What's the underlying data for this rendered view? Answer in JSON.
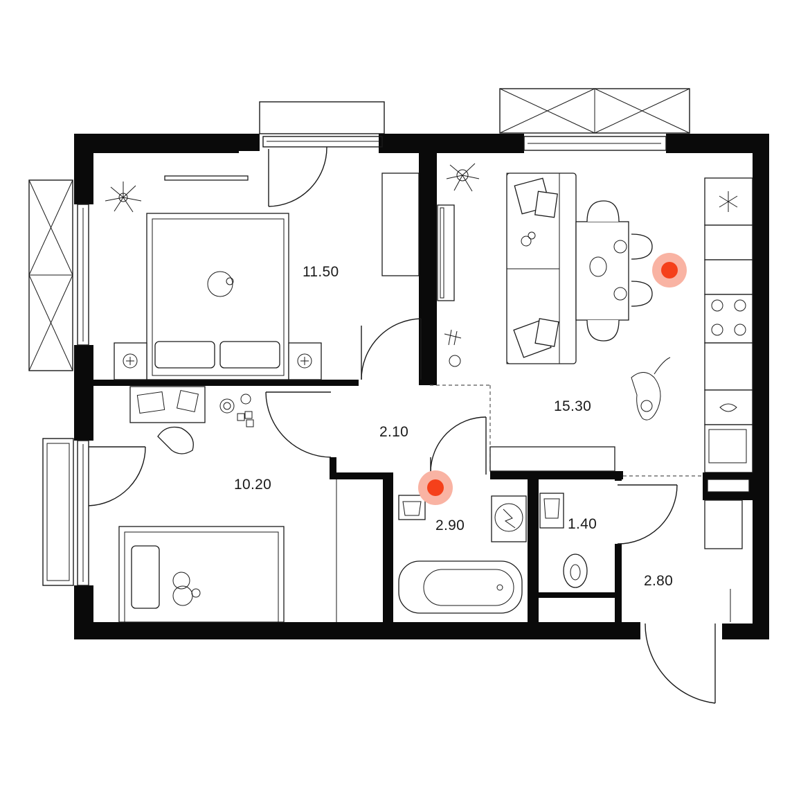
{
  "rooms": [
    {
      "id": "bedroom",
      "area": "11.50"
    },
    {
      "id": "kitchen-living",
      "area": "15.30"
    },
    {
      "id": "hall",
      "area": "2.10"
    },
    {
      "id": "bathroom",
      "area": "2.90"
    },
    {
      "id": "toilet",
      "area": "1.40"
    },
    {
      "id": "entrance",
      "area": "2.80"
    },
    {
      "id": "kids-room",
      "area": "10.20"
    }
  ],
  "markers": [
    {
      "id": "marker-kitchen",
      "color": "#f5401a",
      "halo": "#f9b3a3"
    },
    {
      "id": "marker-bathroom",
      "color": "#f5401a",
      "halo": "#f9b3a3"
    }
  ],
  "colors": {
    "wall": "#0a0a0a",
    "line": "#1a1a1a",
    "background": "#ffffff"
  }
}
